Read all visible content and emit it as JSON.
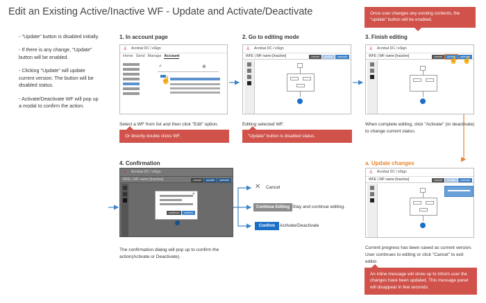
{
  "title": "Edit an Existing Active/Inactive WF - Update and Activate/Deactivate",
  "notes": [
    "- \"Update\" button is disabled initially.",
    "- If there is any change, \"Update\" button will be enabled.",
    "- Clicking \"Update\" will update current version. The button will be disabled status.",
    "- Activate/Deactivate  WF will pop up a modal to confirm the action."
  ],
  "app_name": "Acrobat DC / eSign",
  "wf_label": "WFE",
  "wf_name": "WF name [Inactive]",
  "buttons": {
    "cancel": "cancel",
    "update": "update",
    "activate": "activate",
    "continue": "continue",
    "confirm": "confirm"
  },
  "step1": {
    "header": "1. In account page",
    "nav": [
      "Home",
      "Send",
      "Manage",
      "Account"
    ],
    "desc": "Select a WF from list and then click \"Edit\" option.",
    "callout": "Or directly double clicks WF."
  },
  "step2": {
    "header": "2. Go to editing mode",
    "desc": "Editing selected WF.",
    "callout": "\"Update\" button is disabled status."
  },
  "step3": {
    "header": "3. Finish editing",
    "callout": "Once user changes any existing contents, the \"update\" button will be enabled.",
    "desc": "When complete editing, click \"Activate\" (or deactivate) to change current status."
  },
  "step4": {
    "header": "4. Confirmation",
    "desc": "The confirmation dialog will pop up to confirm the action(Activate or Deactivate).",
    "outcomes": {
      "cancel_label": "Cancel",
      "continue_button": "Continue Editing",
      "continue_label": "Stay and continue editing.",
      "confirm_button": "Confirm",
      "confirm_label": "Activate/Deactivate"
    }
  },
  "stepA": {
    "header": "a. Update changes",
    "desc": "Current progress has been saved as current version. User continues to editing or click \"Cancel\" to exit editor.",
    "callout": "An inline message will show up to inform user the changes have been updated. This message panel will disappear in few seconds."
  },
  "colors": {
    "callout": "#d0524a",
    "accent_orange": "#e8842a",
    "blue": "#1c6fc7",
    "arrow": "#3d85c6"
  }
}
